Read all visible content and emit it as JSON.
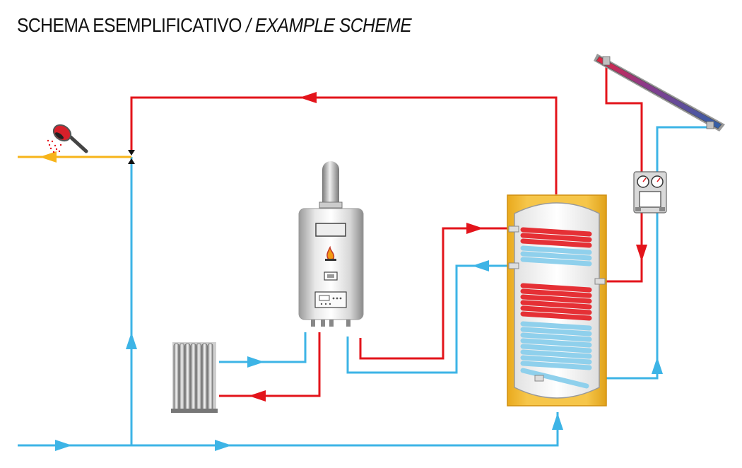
{
  "title": {
    "main": "SCHEMA ESEMPLIFICATIVO",
    "translation": "/ EXAMPLE SCHEME"
  },
  "colors": {
    "hot": "#e3141b",
    "cold": "#3db4e6",
    "domestic_hot": "#f7b41a",
    "tank_fill": "#f2b92e",
    "coil_hot": "#e53035",
    "coil_cold": "#8fd0ec",
    "panel_hot": "#e5233b",
    "panel_cold": "#2f62a9"
  },
  "components": [
    "shower-icon",
    "wall-boiler",
    "radiator",
    "storage-tank",
    "solar-panel",
    "solar-pump-station"
  ]
}
